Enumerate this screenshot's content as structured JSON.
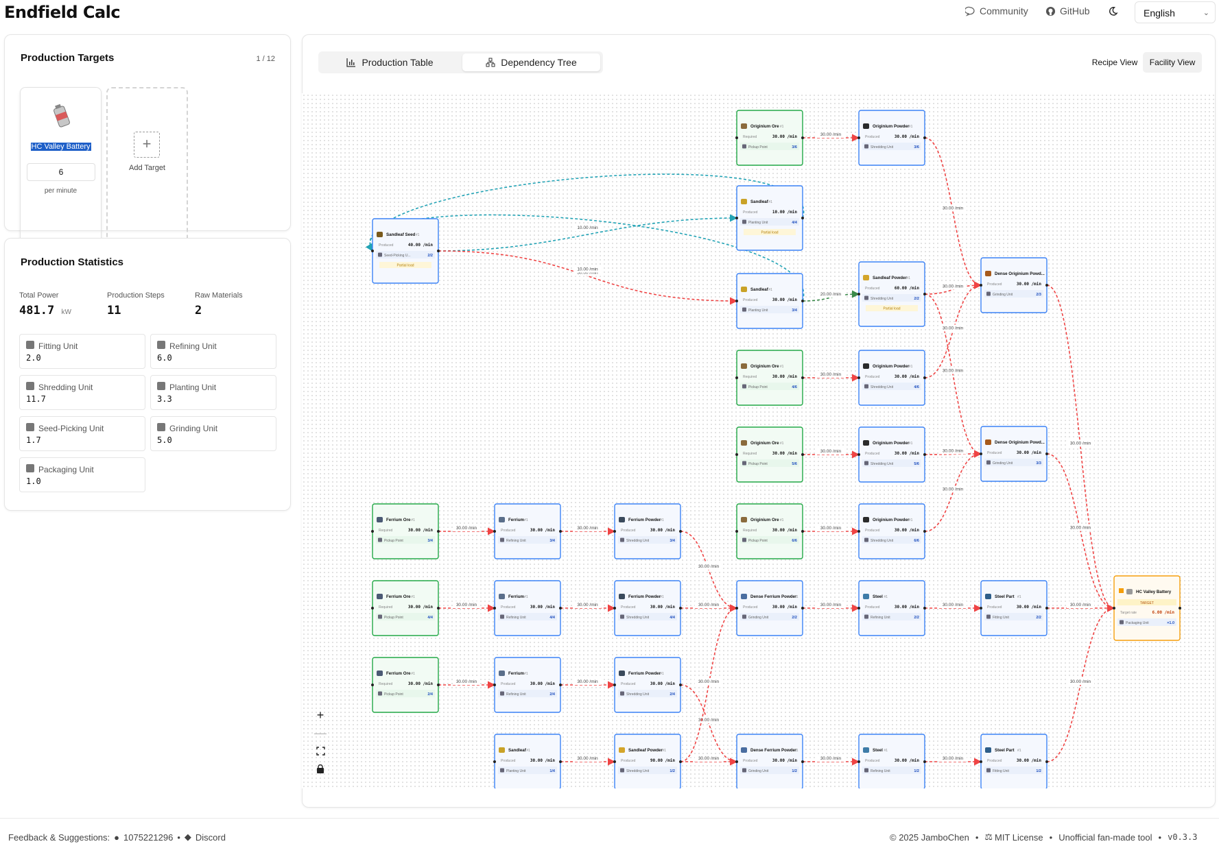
{
  "app": {
    "title": "Endfield Calc"
  },
  "header": {
    "community": "Community",
    "github": "GitHub",
    "language": "English"
  },
  "targets_panel": {
    "title": "Production Targets",
    "count": "1 / 12",
    "target": {
      "name": "HC Valley Battery",
      "rate_value": "6",
      "rate_unit": "per minute"
    },
    "add_label": "Add Target"
  },
  "stats_panel": {
    "title": "Production Statistics",
    "total_power_label": "Total Power",
    "total_power_value": "481.7",
    "total_power_unit": "kW",
    "steps_label": "Production Steps",
    "steps_value": "11",
    "raw_label": "Raw Materials",
    "raw_value": "2",
    "facilities": [
      {
        "name": "Fitting Unit",
        "value": "2.0"
      },
      {
        "name": "Refining Unit",
        "value": "6.0"
      },
      {
        "name": "Shredding Unit",
        "value": "11.7"
      },
      {
        "name": "Planting Unit",
        "value": "3.3"
      },
      {
        "name": "Seed-Picking Unit",
        "value": "1.7"
      },
      {
        "name": "Grinding Unit",
        "value": "5.0"
      },
      {
        "name": "Packaging Unit",
        "value": "1.0"
      }
    ]
  },
  "main": {
    "tabs": [
      {
        "label": "Production Table"
      },
      {
        "label": "Dependency Tree"
      }
    ],
    "views": [
      {
        "label": "Recipe View"
      },
      {
        "label": "Facility View"
      }
    ]
  },
  "graph": {
    "colors": {
      "raw": "#22a846",
      "normal": "#3b82f6",
      "target": "#f59e0b",
      "edge_main": "#ef4444",
      "edge_loop": "#22a3b5"
    },
    "nodes": [
      {
        "id": "n1",
        "name": "Originium Ore",
        "idx": "#1",
        "row1": "Required",
        "rate": "30.00 /min",
        "facility": "Pickup Point",
        "count": "3/6",
        "kind": "raw",
        "icon": "ore"
      },
      {
        "id": "n2",
        "name": "Originium Powder",
        "idx": "#1",
        "row1": "Produced",
        "rate": "30.00 /min",
        "facility": "Shredding Unit",
        "count": "3/6",
        "kind": "normal",
        "icon": "powder"
      },
      {
        "id": "n3",
        "name": "Sandleaf",
        "idx": "#1",
        "row1": "Produced",
        "rate": "10.00 /min",
        "facility": "Planting Unit",
        "count": "4/4",
        "kind": "normal",
        "icon": "leaf",
        "badge": "Partial load"
      },
      {
        "id": "n4",
        "name": "Sandleaf Seed",
        "idx": "#1",
        "row1": "Produced",
        "rate": "40.00 /min",
        "facility": "Seed-Picking U...",
        "count": "2/2",
        "kind": "normal",
        "icon": "seed",
        "badge": "Partial load"
      },
      {
        "id": "n5",
        "name": "Sandleaf",
        "idx": "#1",
        "row1": "Produced",
        "rate": "30.00 /min",
        "facility": "Planting Unit",
        "count": "3/4",
        "kind": "normal",
        "icon": "leaf"
      },
      {
        "id": "n6",
        "name": "Sandleaf Powder",
        "idx": "#1",
        "row1": "Produced",
        "rate": "60.00 /min",
        "facility": "Shredding Unit",
        "count": "2/2",
        "kind": "normal",
        "icon": "spowder",
        "badge": "Partial load"
      },
      {
        "id": "n7",
        "name": "Dense Originium Powd...",
        "idx": "",
        "row1": "Produced",
        "rate": "30.00 /min",
        "facility": "Grinding Unit",
        "count": "2/3",
        "kind": "normal",
        "icon": "dense"
      },
      {
        "id": "n8",
        "name": "Originium Ore",
        "idx": "#1",
        "row1": "Required",
        "rate": "30.00 /min",
        "facility": "Pickup Point",
        "count": "4/6",
        "kind": "raw",
        "icon": "ore"
      },
      {
        "id": "n9",
        "name": "Originium Powder",
        "idx": "#1",
        "row1": "Produced",
        "rate": "30.00 /min",
        "facility": "Shredding Unit",
        "count": "4/6",
        "kind": "normal",
        "icon": "powder"
      },
      {
        "id": "n10",
        "name": "Originium Ore",
        "idx": "#1",
        "row1": "Required",
        "rate": "30.00 /min",
        "facility": "Pickup Point",
        "count": "5/6",
        "kind": "raw",
        "icon": "ore"
      },
      {
        "id": "n11",
        "name": "Originium Powder",
        "idx": "#1",
        "row1": "Produced",
        "rate": "30.00 /min",
        "facility": "Shredding Unit",
        "count": "5/6",
        "kind": "normal",
        "icon": "powder"
      },
      {
        "id": "n12",
        "name": "Dense Originium Powd...",
        "idx": "",
        "row1": "Produced",
        "rate": "30.00 /min",
        "facility": "Grinding Unit",
        "count": "3/3",
        "kind": "normal",
        "icon": "dense"
      },
      {
        "id": "n13",
        "name": "Ferrium Ore",
        "idx": "#1",
        "row1": "Required",
        "rate": "30.00 /min",
        "facility": "Pickup Point",
        "count": "3/4",
        "kind": "raw",
        "icon": "fore"
      },
      {
        "id": "n14",
        "name": "Ferrium",
        "idx": "#1",
        "row1": "Produced",
        "rate": "30.00 /min",
        "facility": "Refining Unit",
        "count": "3/4",
        "kind": "normal",
        "icon": "ferrium"
      },
      {
        "id": "n15",
        "name": "Ferrium Powder",
        "idx": "#1",
        "row1": "Produced",
        "rate": "30.00 /min",
        "facility": "Shredding Unit",
        "count": "3/4",
        "kind": "normal",
        "icon": "fpowder"
      },
      {
        "id": "n16",
        "name": "Originium Ore",
        "idx": "#1",
        "row1": "Required",
        "rate": "30.00 /min",
        "facility": "Pickup Point",
        "count": "6/6",
        "kind": "raw",
        "icon": "ore"
      },
      {
        "id": "n17",
        "name": "Originium Powder",
        "idx": "#1",
        "row1": "Produced",
        "rate": "30.00 /min",
        "facility": "Shredding Unit",
        "count": "6/6",
        "kind": "normal",
        "icon": "powder"
      },
      {
        "id": "n18",
        "name": "Ferrium Ore",
        "idx": "#1",
        "row1": "Required",
        "rate": "30.00 /min",
        "facility": "Pickup Point",
        "count": "4/4",
        "kind": "raw",
        "icon": "fore"
      },
      {
        "id": "n19",
        "name": "Ferrium",
        "idx": "#1",
        "row1": "Produced",
        "rate": "30.00 /min",
        "facility": "Refining Unit",
        "count": "4/4",
        "kind": "normal",
        "icon": "ferrium"
      },
      {
        "id": "n20",
        "name": "Ferrium Powder",
        "idx": "#1",
        "row1": "Produced",
        "rate": "30.00 /min",
        "facility": "Shredding Unit",
        "count": "4/4",
        "kind": "normal",
        "icon": "fpowder"
      },
      {
        "id": "n21",
        "name": "Dense Ferrium Powder",
        "idx": "#1",
        "row1": "Produced",
        "rate": "30.00 /min",
        "facility": "Grinding Unit",
        "count": "2/2",
        "kind": "normal",
        "icon": "dferrium"
      },
      {
        "id": "n22",
        "name": "Steel",
        "idx": "#1",
        "row1": "Produced",
        "rate": "30.00 /min",
        "facility": "Refining Unit",
        "count": "2/2",
        "kind": "normal",
        "icon": "steel"
      },
      {
        "id": "n23",
        "name": "Steel Part",
        "idx": "#1",
        "row1": "Produced",
        "rate": "30.00 /min",
        "facility": "Fitting Unit",
        "count": "2/2",
        "kind": "normal",
        "icon": "steelpart"
      },
      {
        "id": "n24",
        "name": "Ferrium Ore",
        "idx": "#1",
        "row1": "Required",
        "rate": "30.00 /min",
        "facility": "Pickup Point",
        "count": "2/4",
        "kind": "raw",
        "icon": "fore"
      },
      {
        "id": "n25",
        "name": "Ferrium",
        "idx": "#1",
        "row1": "Produced",
        "rate": "30.00 /min",
        "facility": "Refining Unit",
        "count": "2/4",
        "kind": "normal",
        "icon": "ferrium"
      },
      {
        "id": "n26",
        "name": "Ferrium Powder",
        "idx": "#1",
        "row1": "Produced",
        "rate": "30.00 /min",
        "facility": "Shredding Unit",
        "count": "2/4",
        "kind": "normal",
        "icon": "fpowder"
      },
      {
        "id": "n27",
        "name": "Sandleaf",
        "idx": "#1",
        "row1": "Produced",
        "rate": "30.00 /min",
        "facility": "Planting Unit",
        "count": "1/4",
        "kind": "normal",
        "icon": "leaf"
      },
      {
        "id": "n28",
        "name": "Sandleaf Powder",
        "idx": "#1",
        "row1": "Produced",
        "rate": "90.00 /min",
        "facility": "Shredding Unit",
        "count": "1/2",
        "kind": "normal",
        "icon": "spowder"
      },
      {
        "id": "n29",
        "name": "Dense Ferrium Powder",
        "idx": "#1",
        "row1": "Produced",
        "rate": "30.00 /min",
        "facility": "Grinding Unit",
        "count": "1/2",
        "kind": "normal",
        "icon": "dferrium"
      },
      {
        "id": "n30",
        "name": "Steel",
        "idx": "#1",
        "row1": "Produced",
        "rate": "30.00 /min",
        "facility": "Refining Unit",
        "count": "1/2",
        "kind": "normal",
        "icon": "steel"
      },
      {
        "id": "n31",
        "name": "Steel Part",
        "idx": "#1",
        "row1": "Produced",
        "rate": "30.00 /min",
        "facility": "Fitting Unit",
        "count": "1/2",
        "kind": "normal",
        "icon": "steelpart"
      },
      {
        "id": "n32",
        "name": "HC Valley Battery",
        "idx": "",
        "row1": "Target rate",
        "rate": "6.00 /min",
        "facility": "Packaging Unit",
        "count": "×1.0",
        "kind": "target",
        "icon": "battery",
        "badge": "TARGET"
      }
    ],
    "edges": [
      {
        "from": "n1",
        "to": "n2",
        "label": "30.00 /min"
      },
      {
        "from": "n2",
        "to": "n7",
        "label": "30.00 /min"
      },
      {
        "from": "n4",
        "to": "n3",
        "label": "10.00 /min",
        "style": "loop"
      },
      {
        "from": "n3",
        "to": "n4",
        "label": "10.00 /min",
        "style": "loop"
      },
      {
        "from": "n4",
        "to": "n5",
        "label": "30.00 /min"
      },
      {
        "from": "n5",
        "to": "n4",
        "label": "10.00 /min",
        "style": "loop"
      },
      {
        "from": "n5",
        "to": "n6",
        "label": "20.00 /min",
        "style": "green"
      },
      {
        "from": "n6",
        "to": "n7",
        "label": "30.00 /min"
      },
      {
        "from": "n6",
        "to": "n12",
        "label": "30.00 /min"
      },
      {
        "from": "n8",
        "to": "n9",
        "label": "30.00 /min"
      },
      {
        "from": "n9",
        "to": "n7",
        "label": "30.00 /min"
      },
      {
        "from": "n10",
        "to": "n11",
        "label": "30.00 /min"
      },
      {
        "from": "n11",
        "to": "n12",
        "label": "30.00 /min"
      },
      {
        "from": "n17",
        "to": "n12",
        "label": "30.00 /min"
      },
      {
        "from": "n7",
        "to": "n32",
        "label": "30.00 /min"
      },
      {
        "from": "n12",
        "to": "n32",
        "label": "30.00 /min"
      },
      {
        "from": "n13",
        "to": "n14",
        "label": "30.00 /min"
      },
      {
        "from": "n14",
        "to": "n15",
        "label": "30.00 /min"
      },
      {
        "from": "n15",
        "to": "n21",
        "label": "30.00 /min"
      },
      {
        "from": "n16",
        "to": "n17",
        "label": "30.00 /min"
      },
      {
        "from": "n18",
        "to": "n19",
        "label": "30.00 /min"
      },
      {
        "from": "n19",
        "to": "n20",
        "label": "30.00 /min"
      },
      {
        "from": "n20",
        "to": "n21",
        "label": "30.00 /min"
      },
      {
        "from": "n21",
        "to": "n22",
        "label": "30.00 /min"
      },
      {
        "from": "n22",
        "to": "n23",
        "label": "30.00 /min"
      },
      {
        "from": "n23",
        "to": "n32",
        "label": "30.00 /min"
      },
      {
        "from": "n24",
        "to": "n25",
        "label": "30.00 /min"
      },
      {
        "from": "n25",
        "to": "n26",
        "label": "30.00 /min"
      },
      {
        "from": "n26",
        "to": "n29",
        "label": "30.00 /min"
      },
      {
        "from": "n27",
        "to": "n28",
        "label": "30.00 /min"
      },
      {
        "from": "n28",
        "to": "n21",
        "label": "30.00 /min"
      },
      {
        "from": "n28",
        "to": "n29",
        "label": "30.00 /min"
      },
      {
        "from": "n29",
        "to": "n30",
        "label": "30.00 /min"
      },
      {
        "from": "n30",
        "to": "n31",
        "label": "30.00 /min"
      },
      {
        "from": "n31",
        "to": "n32",
        "label": "30.00 /min"
      }
    ]
  },
  "footer": {
    "feedback_label": "Feedback & Suggestions:",
    "qq": "1075221296",
    "discord": "Discord",
    "copyright": "© 2025 JamboChen",
    "license": "MIT License",
    "fan": "Unofficial fan-made tool",
    "version": "v0.3.3"
  }
}
